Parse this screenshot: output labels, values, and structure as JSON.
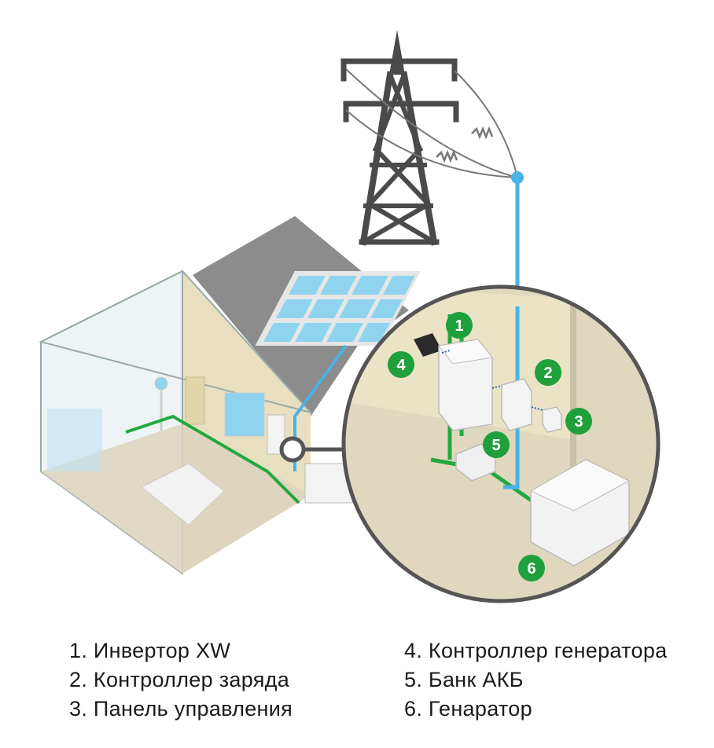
{
  "colors": {
    "badge_green": "#1fa03c",
    "wire_green": "#22a83f",
    "wire_blue": "#4ab2e6",
    "tower": "#4a4a4a",
    "wall": "#e8dfc0",
    "roof": "#8c8c8c",
    "panel": "#8fd3ef"
  },
  "icons": [
    "power-tower-icon",
    "solar-panel-icon",
    "inverter-icon",
    "charge-controller-icon",
    "control-panel-icon",
    "generator-controller-icon",
    "battery-bank-icon",
    "generator-icon"
  ],
  "badges": [
    "1",
    "2",
    "3",
    "4",
    "5",
    "6"
  ],
  "legend": {
    "left": [
      "1. Инвертор XW",
      "2. Контроллер заряда",
      "3. Панель управления"
    ],
    "right": [
      "4. Контроллер генератора",
      "5. Банк АКБ",
      "6. Генаратор"
    ]
  }
}
